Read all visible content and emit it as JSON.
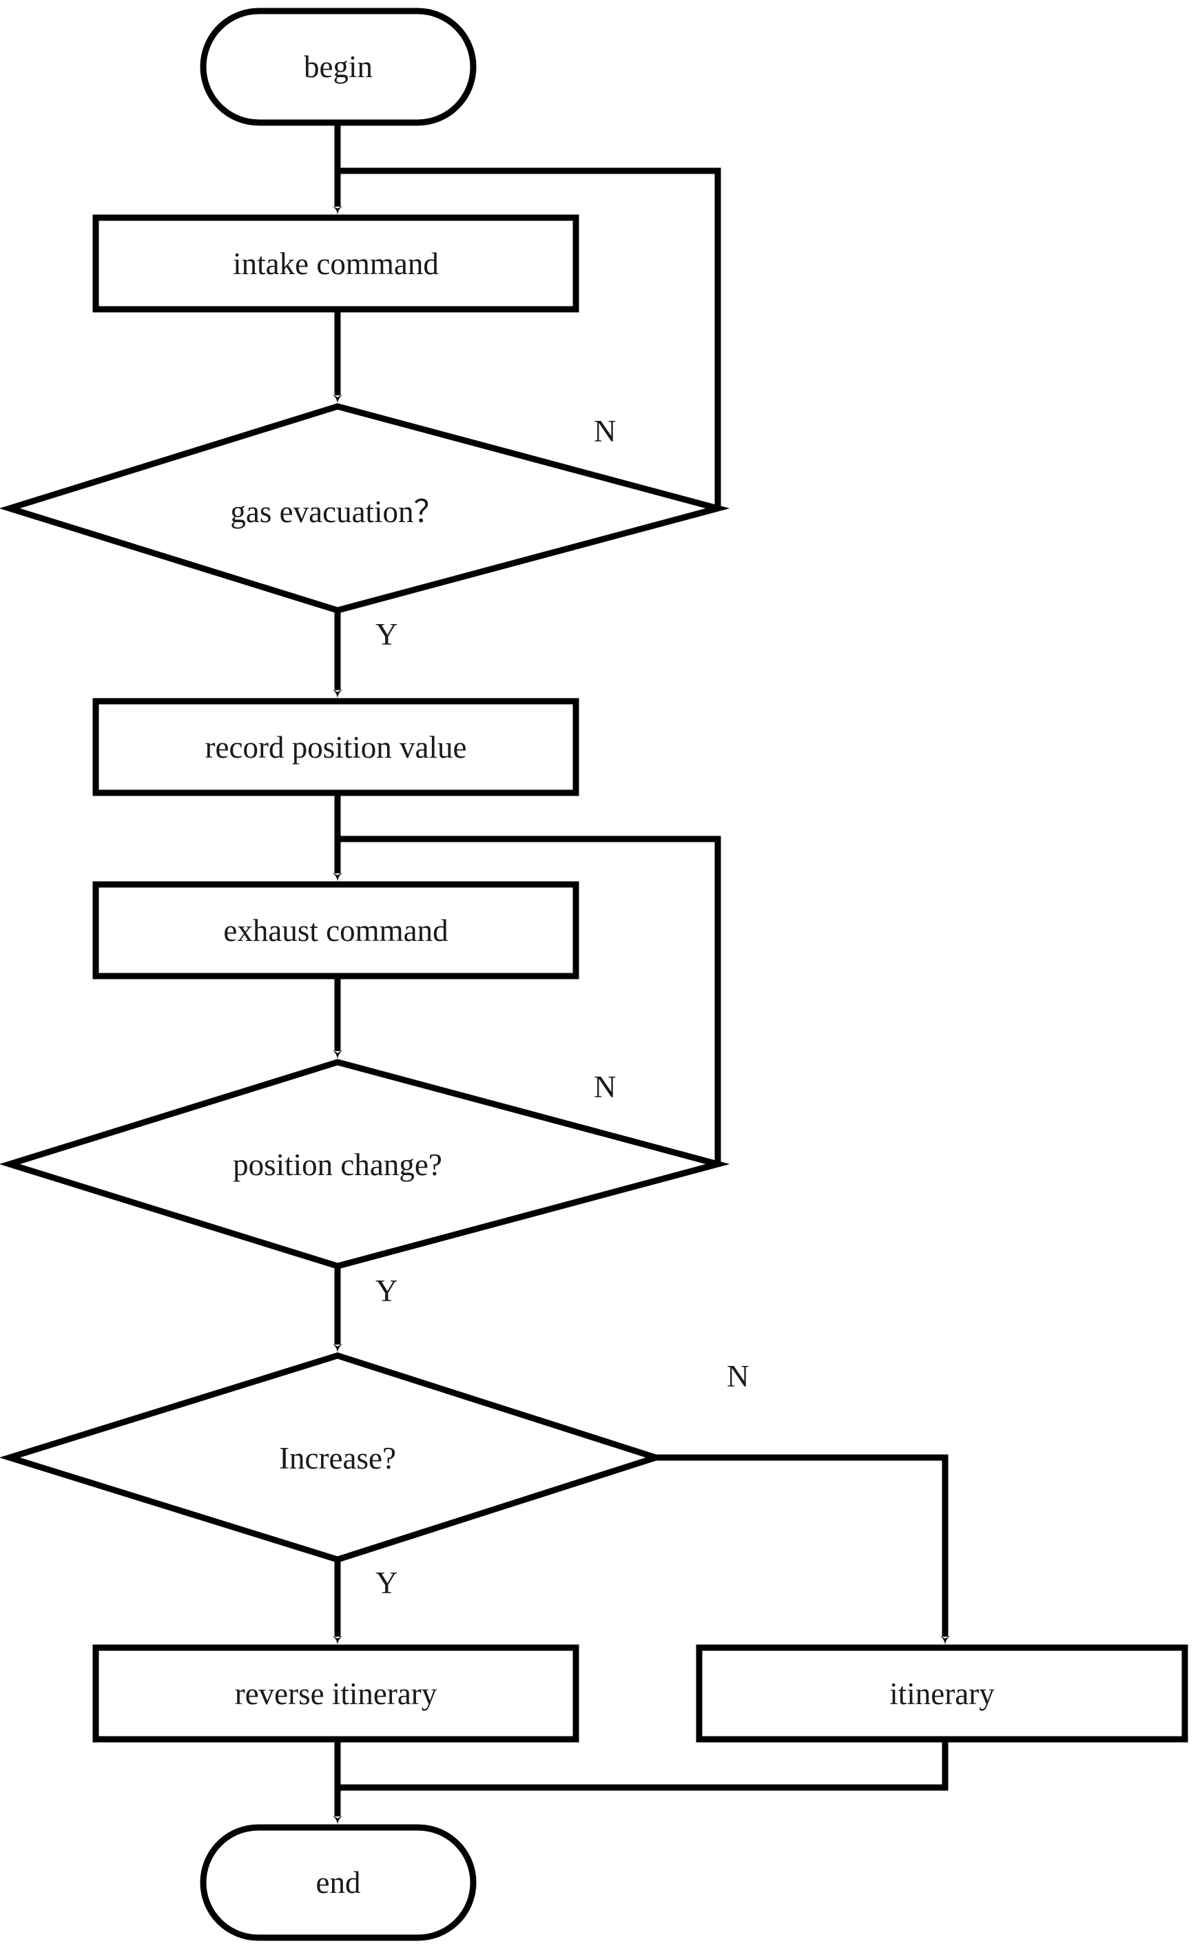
{
  "diagram": {
    "type": "flowchart",
    "title": "",
    "background_color": "#ffffff",
    "stroke_color": "#000000",
    "text_color": "#1a1a1a",
    "nodes": [
      {
        "id": "begin",
        "shape": "stadium",
        "label": "begin"
      },
      {
        "id": "intake",
        "shape": "rectangle",
        "label": "intake command"
      },
      {
        "id": "gas",
        "shape": "diamond",
        "label": "gas evacuation？"
      },
      {
        "id": "record",
        "shape": "rectangle",
        "label": "record position value"
      },
      {
        "id": "exhaust",
        "shape": "rectangle",
        "label": "exhaust command"
      },
      {
        "id": "poschg",
        "shape": "diamond",
        "label": "position change?"
      },
      {
        "id": "increase",
        "shape": "diamond",
        "label": "Increase?"
      },
      {
        "id": "reverse",
        "shape": "rectangle",
        "label": "reverse itinerary"
      },
      {
        "id": "itin",
        "shape": "rectangle",
        "label": "itinerary"
      },
      {
        "id": "end",
        "shape": "stadium",
        "label": "end"
      }
    ],
    "edges": [
      {
        "from": "begin",
        "to": "intake",
        "label": ""
      },
      {
        "from": "intake",
        "to": "gas",
        "label": ""
      },
      {
        "from": "gas",
        "to": "intake",
        "label": "N"
      },
      {
        "from": "gas",
        "to": "record",
        "label": "Y"
      },
      {
        "from": "record",
        "to": "exhaust",
        "label": ""
      },
      {
        "from": "exhaust",
        "to": "poschg",
        "label": ""
      },
      {
        "from": "poschg",
        "to": "exhaust",
        "label": "N"
      },
      {
        "from": "poschg",
        "to": "increase",
        "label": "Y"
      },
      {
        "from": "increase",
        "to": "reverse",
        "label": "Y"
      },
      {
        "from": "increase",
        "to": "itin",
        "label": "N"
      },
      {
        "from": "reverse",
        "to": "end",
        "label": ""
      },
      {
        "from": "itin",
        "to": "end",
        "label": ""
      }
    ],
    "edge_labels": [
      {
        "id": "n1",
        "text": "N"
      },
      {
        "id": "y1",
        "text": "Y"
      },
      {
        "id": "n2",
        "text": "N"
      },
      {
        "id": "y2",
        "text": "Y"
      },
      {
        "id": "n3",
        "text": "N"
      },
      {
        "id": "y3",
        "text": "Y"
      }
    ]
  }
}
